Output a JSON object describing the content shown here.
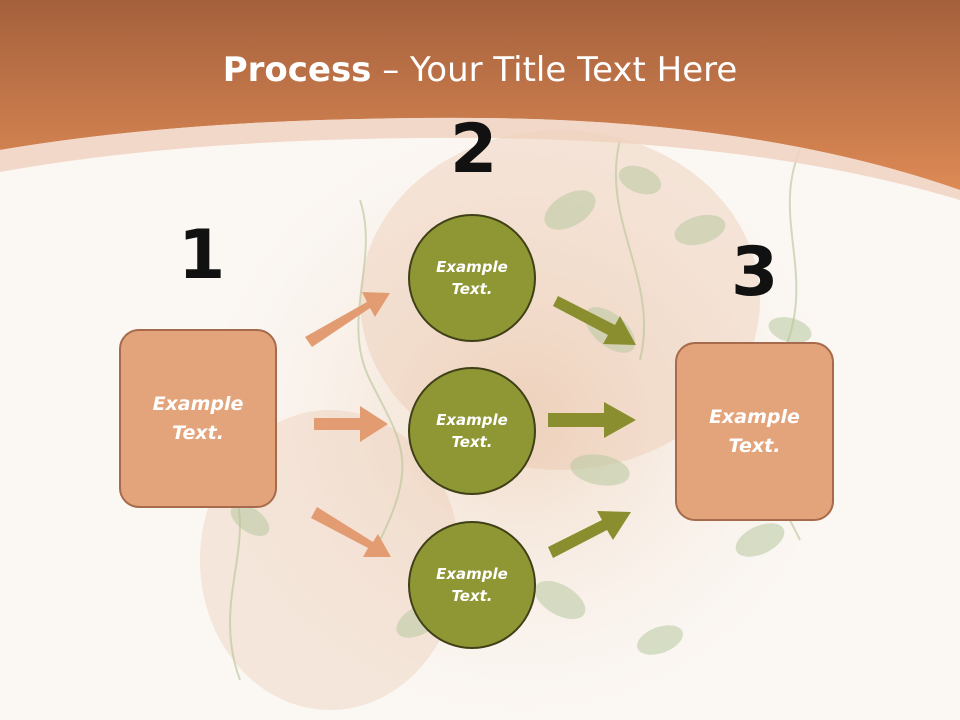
{
  "title": {
    "bold": "Process",
    "rest": " – Your Title Text Here"
  },
  "steps": [
    {
      "number": "1",
      "box": {
        "line1": "Example",
        "line2": "Text."
      }
    },
    {
      "number": "2",
      "circles": [
        {
          "line1": "Example",
          "line2": "Text."
        },
        {
          "line1": "Example",
          "line2": "Text."
        },
        {
          "line1": "Example",
          "line2": "Text."
        }
      ]
    },
    {
      "number": "3",
      "box": {
        "line1": "Example",
        "line2": "Text."
      }
    }
  ],
  "colors": {
    "header": "#d98552",
    "box_fill": "#e3a47c",
    "box_border": "#a56b4c",
    "circle_fill": "#8f9634",
    "circle_border": "#3f4017",
    "arrow_left": "#e39b72",
    "arrow_right": "#8a8e2e"
  }
}
